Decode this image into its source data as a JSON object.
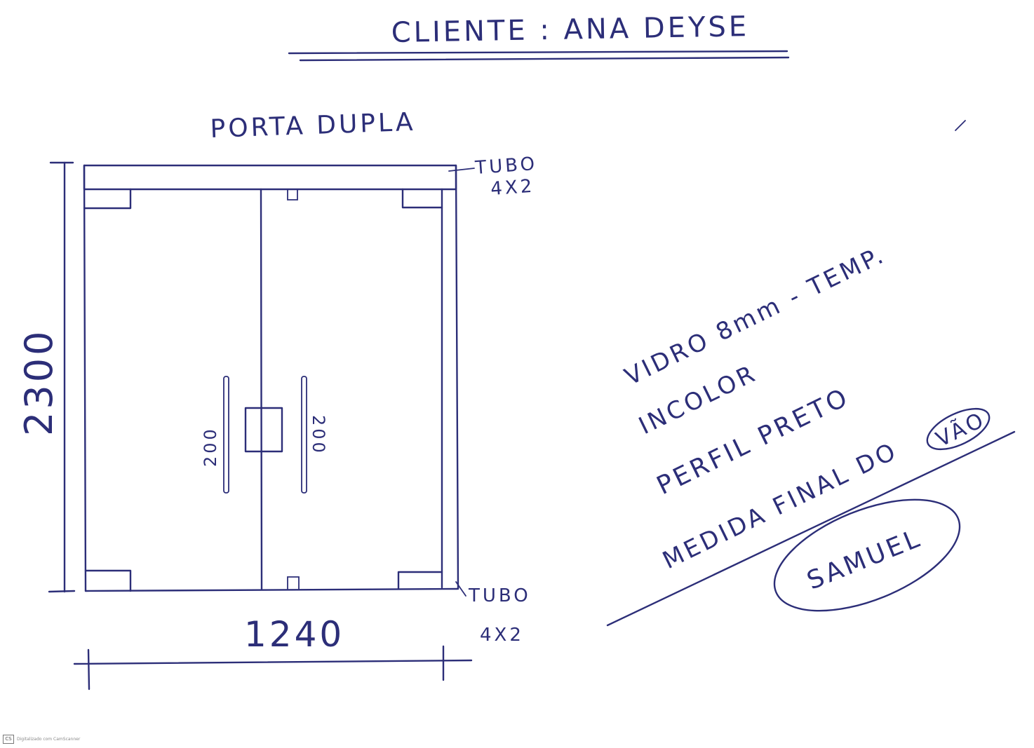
{
  "client_label": "CLIENTE : ANA DEYSE",
  "title": "PORTA DUPLA",
  "tube_top": {
    "line1": "TUBO",
    "line2": "4X2"
  },
  "tube_bottom": {
    "line1": "TUBO",
    "line2": "4X2"
  },
  "height_dimension": "2300",
  "width_dimension": "1240",
  "handle_left": "200",
  "handle_right": "200",
  "notes": {
    "glass": "VIDRO 8mm - TEMP.",
    "color": "INCOLOR",
    "profile": "PERFIL PRETO",
    "measure": "MEDIDA FINAL DO",
    "measure_circled": "VÃO"
  },
  "signature": "SAMUEL",
  "footer_logo": "CS",
  "footer_text": "Digitalizado com CamScanner"
}
